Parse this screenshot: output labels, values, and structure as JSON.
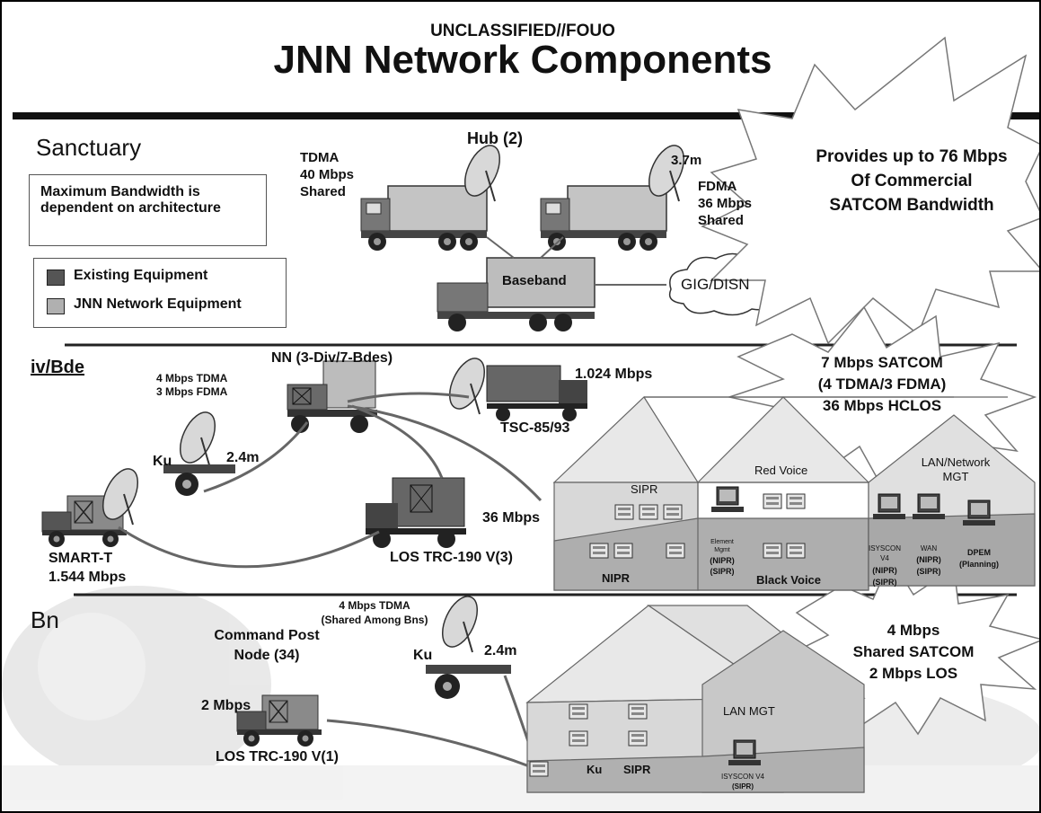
{
  "header": {
    "classification": "UNCLASSIFIED//FOUO",
    "title": "JNN Network Components"
  },
  "sanctuary": {
    "label": "Sanctuary",
    "hub_label": "Hub (2)",
    "bandwidth_note": "Maximum Bandwidth is dependent on architecture",
    "legend": [
      {
        "label": "Existing Equipment",
        "color": "#555555"
      },
      {
        "label": "JNN Network Equipment",
        "color": "#b0b0b0"
      }
    ],
    "tdma": [
      "TDMA",
      "40 Mbps",
      "Shared"
    ],
    "dish_size": "3.7m",
    "fdma": [
      "FDMA",
      "36 Mbps",
      "Shared"
    ],
    "baseband": "Baseband",
    "gig": "GIG/DISN",
    "callout": [
      "Provides up to 76 Mbps",
      "Of Commercial",
      "SATCOM Bandwidth"
    ]
  },
  "div_bde": {
    "label": "iv/Bde",
    "nn_label": "NN (3-Div/7-Bdes)",
    "nn_rates": [
      "4 Mbps TDMA",
      "3 Mbps FDMA"
    ],
    "ku": "Ku",
    "dish_size": "2.4m",
    "tsc_rate": "1.024 Mbps",
    "tsc_label": "TSC-85/93",
    "smart_t": [
      "SMART-T",
      "1.544 Mbps"
    ],
    "los_rate": "36 Mbps",
    "los_label": "LOS TRC-190 V(3)",
    "callout": [
      "7 Mbps SATCOM",
      "(4 TDMA/3 FDMA)",
      "36 Mbps HCLOS"
    ],
    "tent": {
      "sipr": "SIPR",
      "nipr": "NIPR",
      "red_voice": "Red Voice",
      "black_voice": "Black Voice",
      "element_mgmt": [
        "Element",
        "Mgmt",
        "(NIPR)",
        "(SIPR)"
      ],
      "lan_mgt": [
        "LAN/Network",
        "MGT"
      ],
      "isyscon": [
        "ISYSCON",
        "V4",
        "(NIPR)",
        "(SIPR)"
      ],
      "wan": [
        "WAN",
        "(NIPR)",
        "(SIPR)"
      ],
      "dpem": [
        "DPEM",
        "(Planning)"
      ]
    }
  },
  "bn": {
    "label": "Bn",
    "cpn": [
      "Command Post",
      "Node (34)"
    ],
    "tdma": [
      "4 Mbps TDMA",
      "(Shared Among Bns)"
    ],
    "ku": "Ku",
    "dish_size": "2.4m",
    "los_rate": "2 Mbps",
    "los_label": "LOS TRC-190 V(1)",
    "callout": [
      "4 Mbps",
      "Shared SATCOM",
      "2 Mbps LOS"
    ],
    "tent": {
      "ku": "Ku",
      "sipr": "SIPR",
      "lan_mgt": "LAN MGT",
      "isyscon": [
        "ISYSCON V4",
        "(SIPR)"
      ]
    }
  }
}
